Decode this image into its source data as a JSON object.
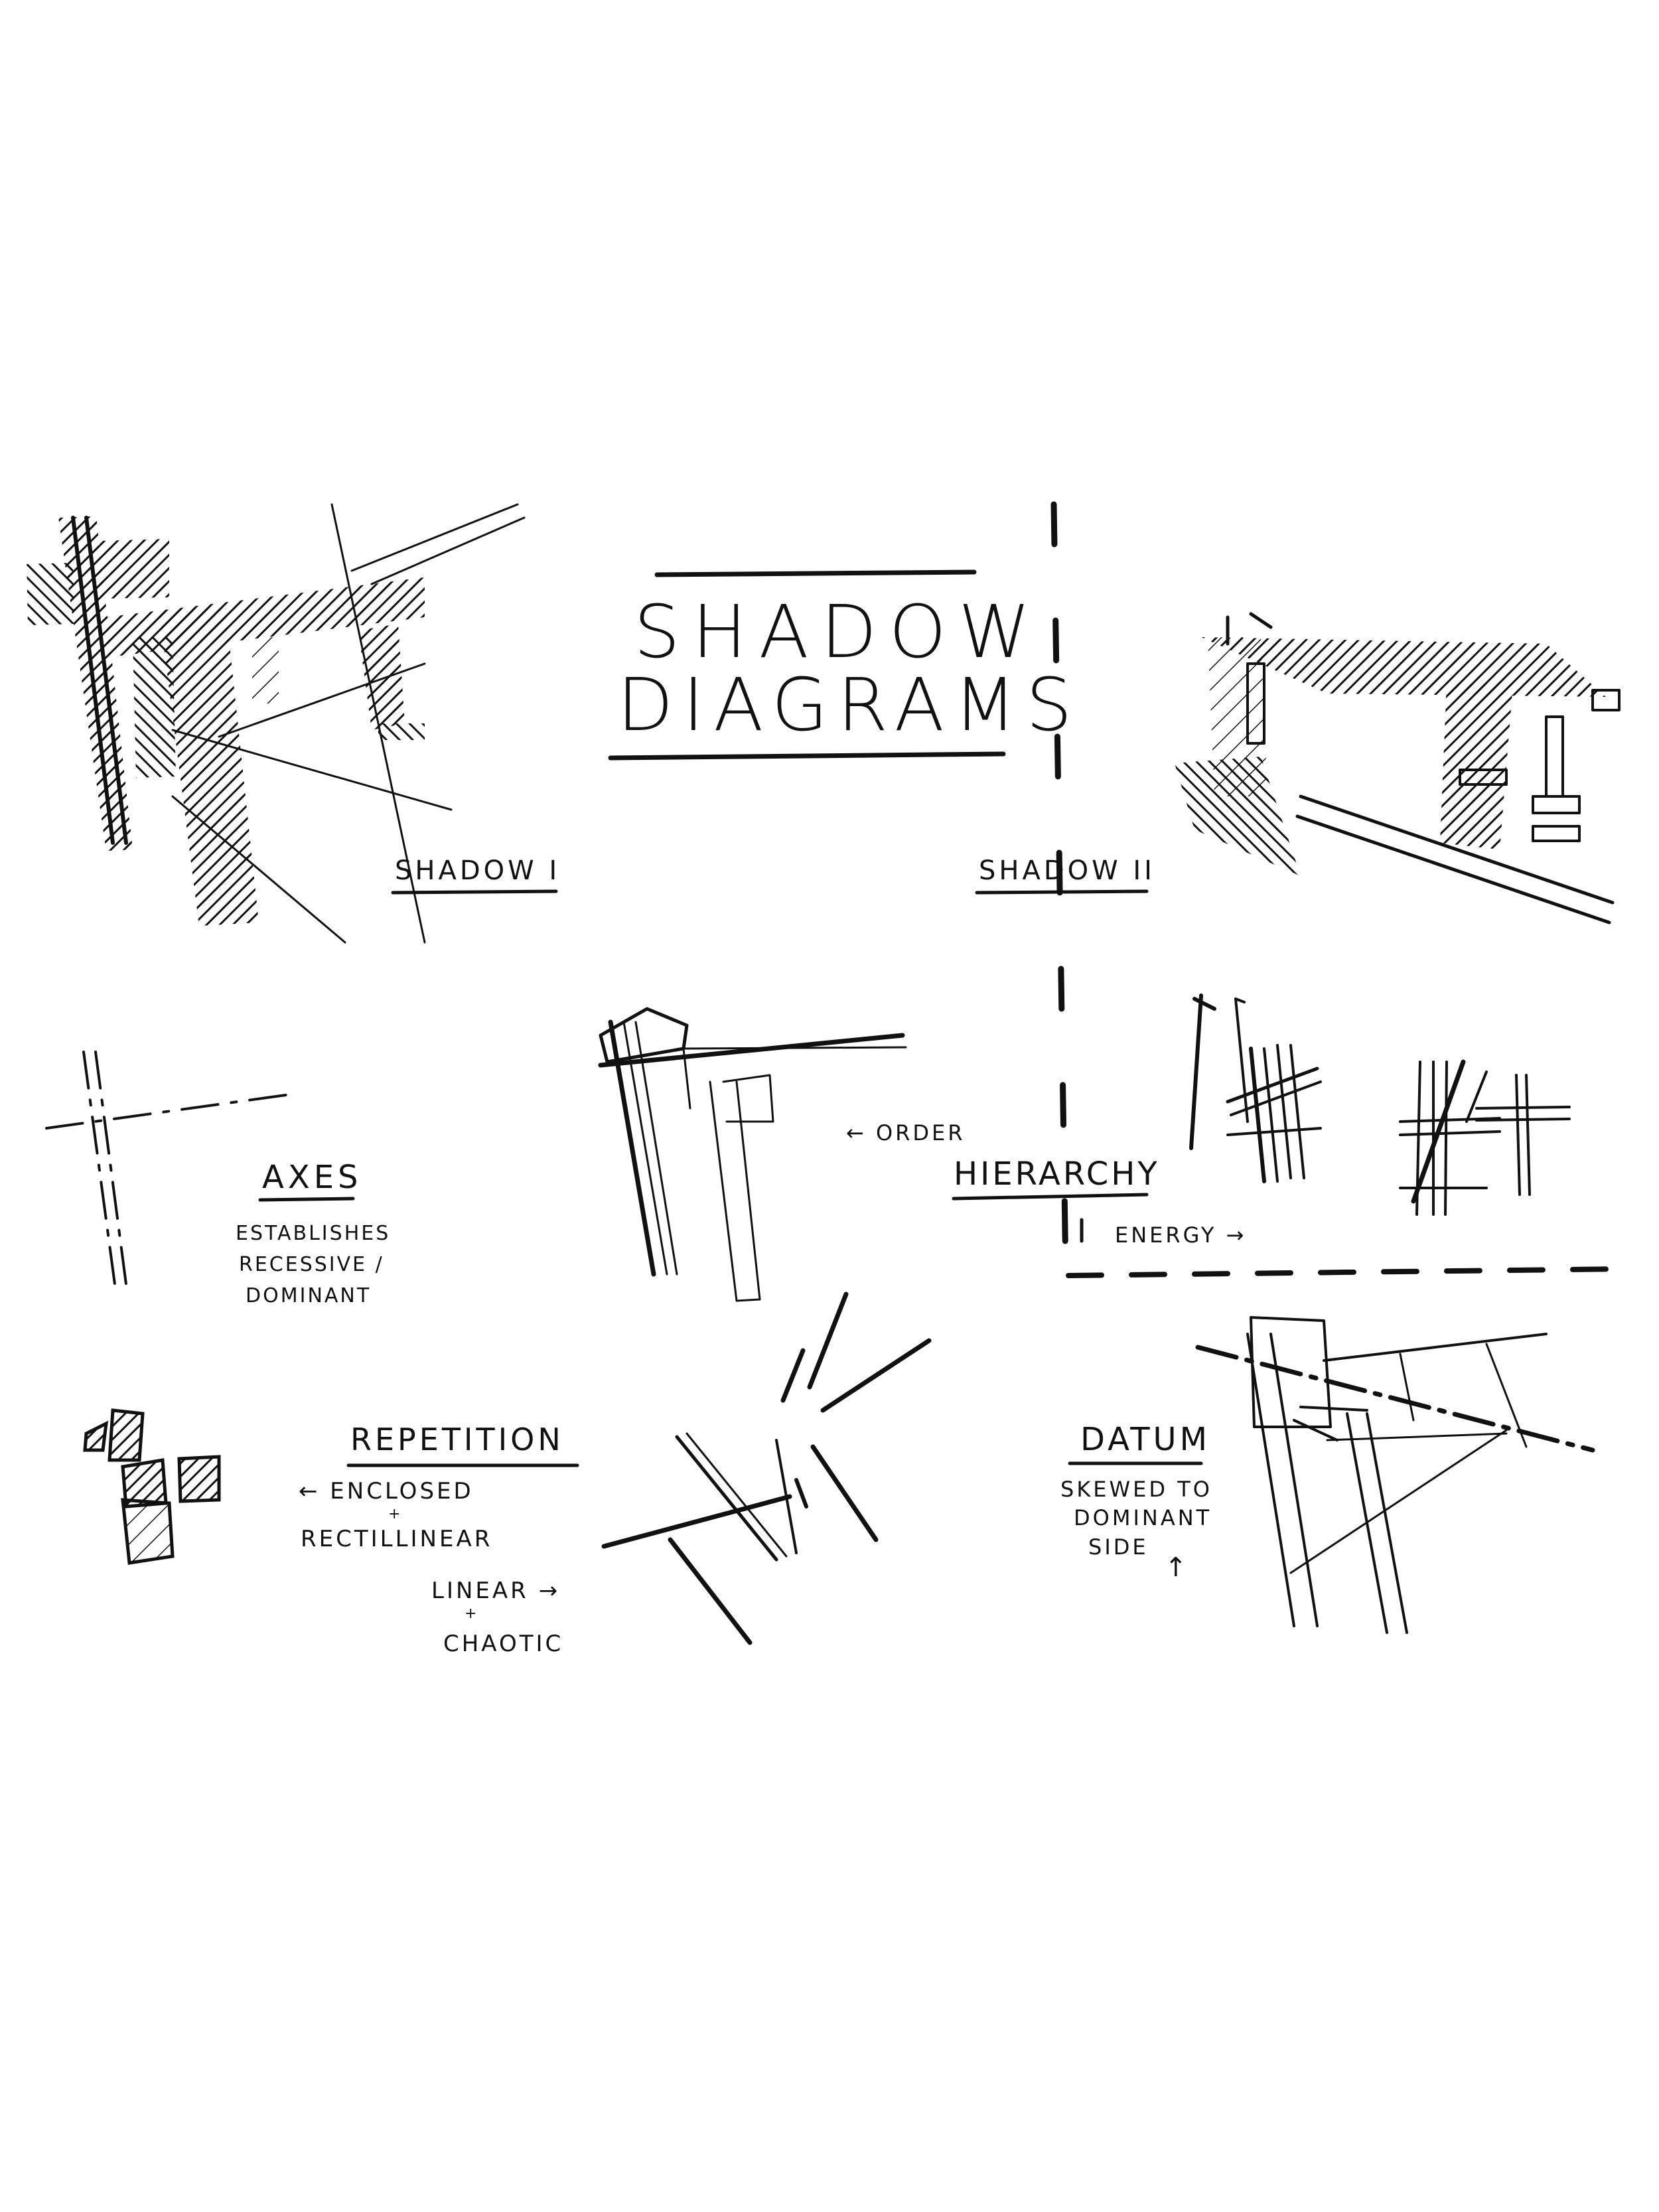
{
  "title": {
    "line1": "SHADOW",
    "line2": "DIAGRAMS"
  },
  "shadow_one": {
    "label": "SHADOW I"
  },
  "shadow_two": {
    "label": "SHADOW II"
  },
  "axes": {
    "label": "AXES",
    "note_line1": "ESTABLISHES",
    "note_line2": "RECESSIVE /",
    "note_line3": "DOMINANT"
  },
  "hierarchy": {
    "label": "HIERARCHY",
    "order_note": "← ORDER",
    "energy_note": "ENERGY →"
  },
  "repetition": {
    "label": "REPETITION",
    "enclosed": "← ENCLOSED",
    "plus_a": "+",
    "rectilinear": "RECTILLINEAR",
    "linear": "LINEAR →",
    "plus_b": "+",
    "chaotic": "CHAOTIC"
  },
  "datum": {
    "label": "DATUM",
    "note_line1": "SKEWED TO",
    "note_line2": "DOMINANT",
    "note_line3": "SIDE",
    "arrow": "↑"
  },
  "colors": {
    "ink": "#111111",
    "paper": "#ffffff"
  }
}
